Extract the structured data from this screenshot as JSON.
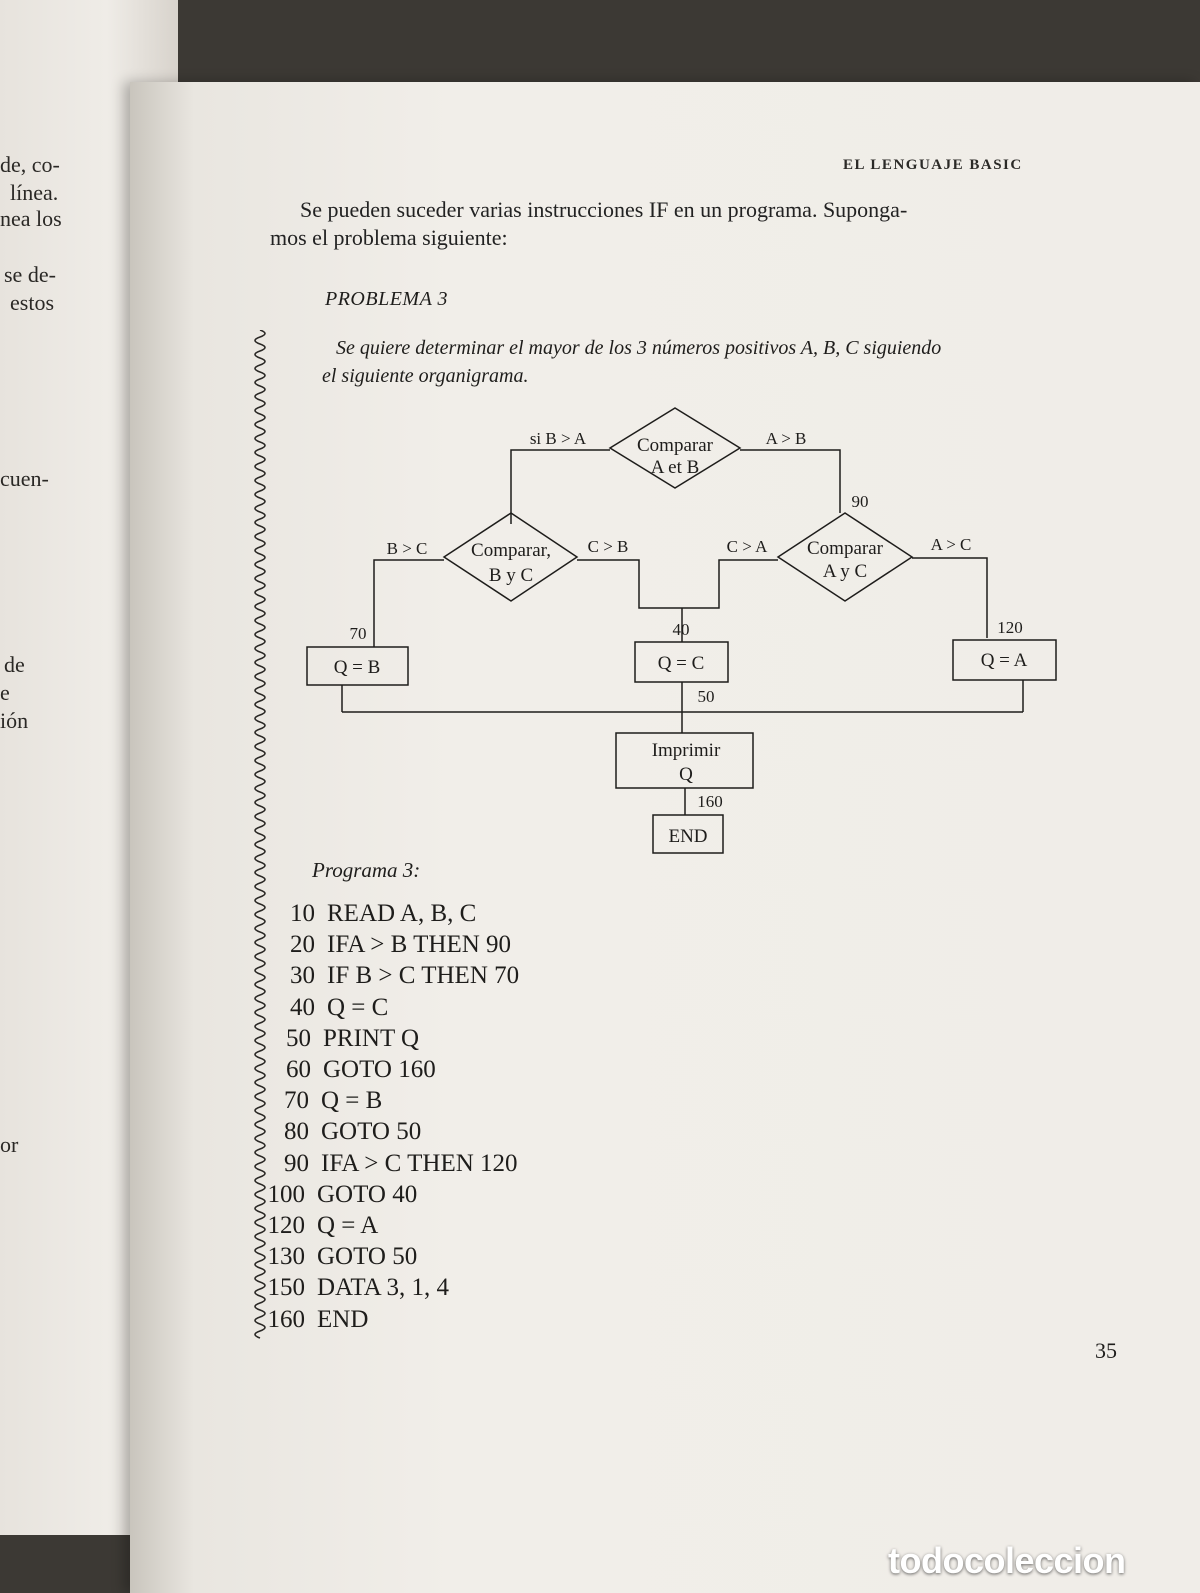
{
  "left_page": {
    "fragments": [
      "de, co-",
      "línea.",
      "nea los",
      "se de-",
      "estos",
      "cuen-",
      "de",
      "e",
      "ión",
      "or"
    ]
  },
  "right_page": {
    "running_head": "EL LENGUAJE BASIC",
    "intro_line1": "Se pueden suceder varias instrucciones IF en un programa. Suponga-",
    "intro_line2": "mos el problema siguiente:",
    "problem_title": "PROBLEMA 3",
    "problem_statement_line1": "Se quiere determinar el mayor de los 3 números positivos A, B, C siguiendo",
    "problem_statement_line2": "el siguiente organigrama.",
    "flowchart": {
      "decision_top_line1": "Comparar",
      "decision_top_line2": "A et B",
      "label_si_b_gt_a": "si B > A",
      "label_a_gt_b": "A > B",
      "label_90": "90",
      "decision_left_line1": "Comparar,",
      "decision_left_line2": "B y C",
      "label_b_gt_c": "B > C",
      "label_c_gt_b": "C > B",
      "decision_right_line1": "Comparar",
      "decision_right_line2": "A y C",
      "label_c_gt_a": "C > A",
      "label_a_gt_c": "A > C",
      "label_70": "70",
      "label_40": "40",
      "label_120": "120",
      "box_q_b": "Q = B",
      "box_q_c": "Q = C",
      "box_q_a": "Q = A",
      "label_50": "50",
      "box_print_line1": "Imprimir",
      "box_print_line2": "Q",
      "label_160": "160",
      "box_end": "END"
    },
    "program_title": "Programa 3:",
    "program": [
      {
        "num": "10",
        "instr": "READ A, B, C"
      },
      {
        "num": "20",
        "instr": "IFA > B THEN 90"
      },
      {
        "num": "30",
        "instr": "IF B > C THEN 70"
      },
      {
        "num": "40",
        "instr": "Q = C"
      },
      {
        "num": "50",
        "instr": "PRINT Q"
      },
      {
        "num": "60",
        "instr": "GOTO 160"
      },
      {
        "num": "70",
        "instr": "Q = B"
      },
      {
        "num": "80",
        "instr": "GOTO 50"
      },
      {
        "num": "90",
        "instr": "IFA > C THEN 120"
      },
      {
        "num": "100",
        "instr": "GOTO 40"
      },
      {
        "num": "120",
        "instr": "Q = A"
      },
      {
        "num": "130",
        "instr": "GOTO 50"
      },
      {
        "num": "150",
        "instr": "DATA 3, 1, 4"
      },
      {
        "num": "160",
        "instr": "END"
      }
    ],
    "page_number": "35"
  },
  "watermark": "todocoleccion"
}
